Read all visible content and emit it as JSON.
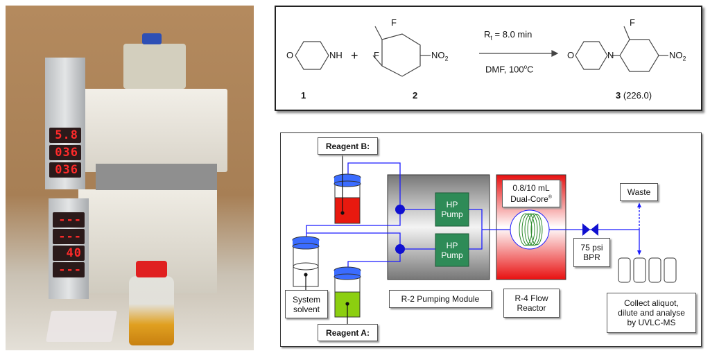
{
  "photo": {
    "displays_upper": [
      "5.8",
      "036",
      "036"
    ],
    "displays_lower": [
      "---",
      "---",
      "40",
      "---"
    ]
  },
  "scheme": {
    "reactant1_label": "1",
    "reactant2_label": "2",
    "product_label": "3",
    "product_mass": "(226.0)",
    "plus": "+",
    "atom_O": "O",
    "atom_NH": "NH",
    "atom_N": "N",
    "atom_F": "F",
    "group_NO2": "NO",
    "sub_2": "2",
    "condition_time": "R",
    "condition_time_sub": "t",
    "condition_time_value": " = 8.0 min",
    "condition_solvent": "DMF, 100",
    "condition_degree": "o",
    "condition_unit": "C"
  },
  "diagram": {
    "reagent_b": "Reagent B:",
    "reagent_a": "Reagent A:",
    "system_solvent": [
      "System",
      "solvent"
    ],
    "pump_label": [
      "HP",
      "Pump"
    ],
    "pumping_module": "R-2 Pumping Module",
    "reactor_volume": "0.8/10 mL",
    "reactor_type": "Dual-Core",
    "reactor_trademark": "®",
    "flow_reactor": [
      "R-4 Flow",
      "Reactor"
    ],
    "bpr": [
      "75 psi",
      "BPR"
    ],
    "waste": "Waste",
    "collect": [
      "Collect aliquot,",
      "dilute and analyse",
      "by UVLC-MS"
    ],
    "colors": {
      "line": "#1a1aff",
      "reagent_b": "#e8190f",
      "reagent_a": "#8ccf10",
      "pump": "#2e8b57",
      "reactor": "#e81010",
      "cap": "#3b6cff"
    }
  }
}
